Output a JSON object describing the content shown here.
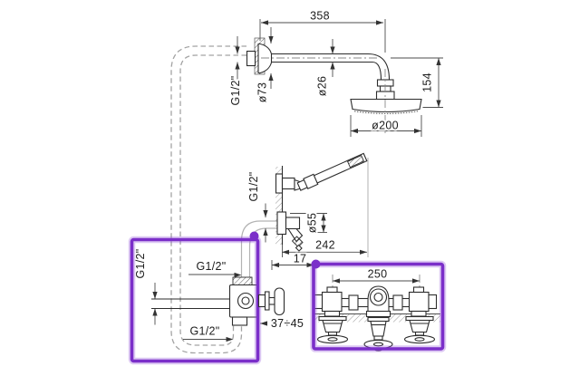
{
  "drawing": {
    "highlight_color": "#7b2fc9",
    "overhead_shower": {
      "arm_length": "358",
      "drop_height": "154",
      "head_diameter": "ø200",
      "arm_diameter": "ø26",
      "flange_diameter": "ø73",
      "thread": "G1/2\""
    },
    "hand_shower": {
      "thread": "G1/2\"",
      "union_diameter": "ø55",
      "reach": "242",
      "wall_offset": "17"
    },
    "diverter_valve": {
      "inlet_thread": "G1/2\"",
      "top_thread": "G1/2\"",
      "bottom_thread": "G1/2\"",
      "depth_range": "37÷45"
    },
    "mixer_group": {
      "centers_distance": "250"
    }
  }
}
